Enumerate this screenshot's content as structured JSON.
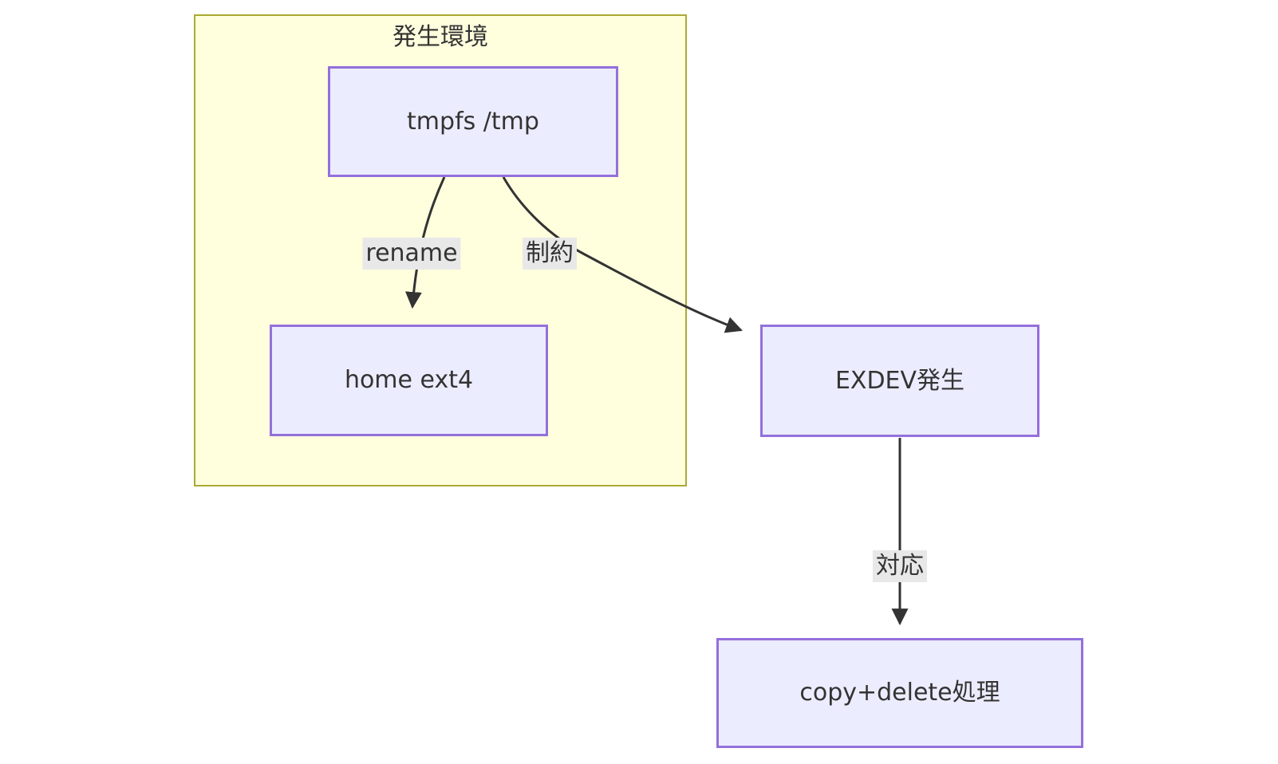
{
  "diagram": {
    "type": "flowchart",
    "direction": "top-down",
    "background_color": "#ffffff",
    "clusters": [
      {
        "id": "env",
        "title": "発生環境",
        "fill_color": "#ffffde",
        "border_color": "#aaaa33"
      }
    ],
    "nodes": [
      {
        "id": "tmpfs",
        "label": "tmpfs /tmp",
        "fill_color": "#ececff",
        "border_color": "#9370db",
        "text_color": "#333333"
      },
      {
        "id": "home",
        "label": "home ext4",
        "fill_color": "#ececff",
        "border_color": "#9370db",
        "text_color": "#333333"
      },
      {
        "id": "exdev",
        "label": "EXDEV発生",
        "fill_color": "#ececff",
        "border_color": "#9370db",
        "text_color": "#333333"
      },
      {
        "id": "copydelete",
        "label": "copy+delete処理",
        "fill_color": "#ececff",
        "border_color": "#9370db",
        "text_color": "#333333"
      }
    ],
    "edges": [
      {
        "id": "e1",
        "from": "tmpfs",
        "to": "home",
        "label": "rename",
        "label_bg": "#e8e8e8",
        "arrow": "triangle"
      },
      {
        "id": "e2",
        "from": "tmpfs",
        "to": "exdev",
        "label": "制約",
        "label_bg": "#e8e8e8",
        "arrow": "triangle"
      },
      {
        "id": "e3",
        "from": "exdev",
        "to": "copydelete",
        "label": "対応",
        "label_bg": "#e8e8e8",
        "arrow": "triangle"
      }
    ]
  }
}
